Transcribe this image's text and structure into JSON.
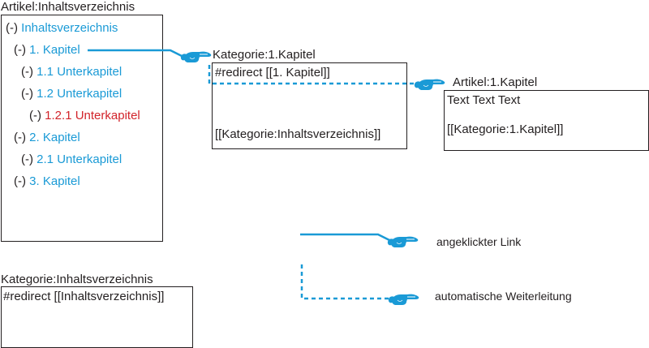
{
  "colors": {
    "link": "#1a9ad6",
    "red": "#d2232a",
    "text": "#231f20"
  },
  "article_toc": {
    "title": "Artikel:Inhaltsverzeichnis",
    "items": [
      {
        "prefix": "(-)",
        "label": "Inhaltsverzeichnis"
      },
      {
        "prefix": "(-)",
        "label": "1. Kapitel"
      },
      {
        "prefix": "(-)",
        "label": "1.1 Unterkapitel"
      },
      {
        "prefix": "(-)",
        "label": "1.2 Unterkapitel"
      },
      {
        "prefix": "(-)",
        "label": "1.2.1 Unterkapitel"
      },
      {
        "prefix": "(-)",
        "label": "2. Kapitel"
      },
      {
        "prefix": "(-)",
        "label": "2.1 Unterkapitel"
      },
      {
        "prefix": "(-)",
        "label": "3. Kapitel"
      }
    ]
  },
  "category_chapter": {
    "title": "Kategorie:1.Kapitel",
    "redirect": "#redirect [[1. Kapitel]]",
    "category": "[[Kategorie:Inhaltsverzeichnis]]"
  },
  "article_chapter": {
    "title": "Artikel:1.Kapitel",
    "body": "Text Text Text",
    "category": "[[Kategorie:1.Kapitel]]"
  },
  "category_toc": {
    "title": "Kategorie:Inhaltsverzeichnis",
    "redirect": "#redirect [[Inhaltsverzeichnis]]"
  },
  "legend": {
    "clicked_link": "angeklickter Link",
    "auto_redirect": "automatische Weiterleitung"
  }
}
